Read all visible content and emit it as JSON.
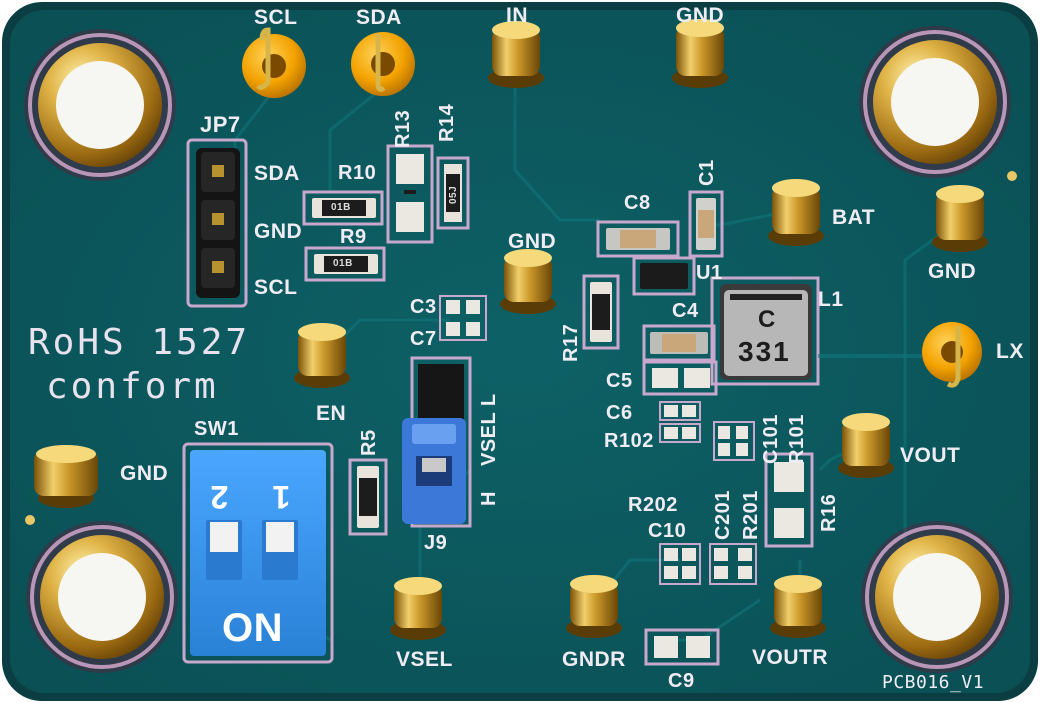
{
  "board": {
    "revision": "PCB016_V1",
    "note_line1": "RoHS 1527",
    "note_line2": "conform"
  },
  "colors": {
    "substrate": "#0f4a4e",
    "solder_mask": "#0b5a5e",
    "silkscreen": "#f0ecf4",
    "gold": "#d7a63a",
    "switch_blue": "#2f8fe0",
    "jumper_blue": "#3c78d8",
    "test_point_orange": "#f3a200"
  },
  "labels": {
    "scl_top": "SCL",
    "sda_top": "SDA",
    "in": "IN",
    "gnd_top": "GND",
    "jp7": "JP7",
    "jp7_sda": "SDA",
    "jp7_gnd": "GND",
    "jp7_scl": "SCL",
    "r13": "R13",
    "r14": "R14",
    "r10": "R10",
    "r9": "R9",
    "c8": "C8",
    "c1": "C1",
    "u1": "U1",
    "bat": "BAT",
    "gnd_right": "GND",
    "gnd_mid": "GND",
    "c3": "C3",
    "c7": "C7",
    "c4": "C4",
    "r17": "R17",
    "l1": "L1",
    "inductor_line1": "C",
    "inductor_line2": "331",
    "lx": "LX",
    "c5": "C5",
    "c6": "C6",
    "r102": "R102",
    "c101": "C101",
    "r101": "R101",
    "vout": "VOUT",
    "en": "EN",
    "sw1": "SW1",
    "gnd_left": "GND",
    "r5": "R5",
    "vsel_l": "VSEL L",
    "h": "H",
    "j9": "J9",
    "r202": "R202",
    "c10": "C10",
    "c201": "C201",
    "r201": "R201",
    "r16": "R16",
    "vsel": "VSEL",
    "gndr": "GNDR",
    "c9": "C9",
    "voutr": "VOUTR",
    "sw_pos1": "1",
    "sw_pos2": "2",
    "sw_on": "ON",
    "res_marking": "01B",
    "res_marking_r14": "05J"
  }
}
